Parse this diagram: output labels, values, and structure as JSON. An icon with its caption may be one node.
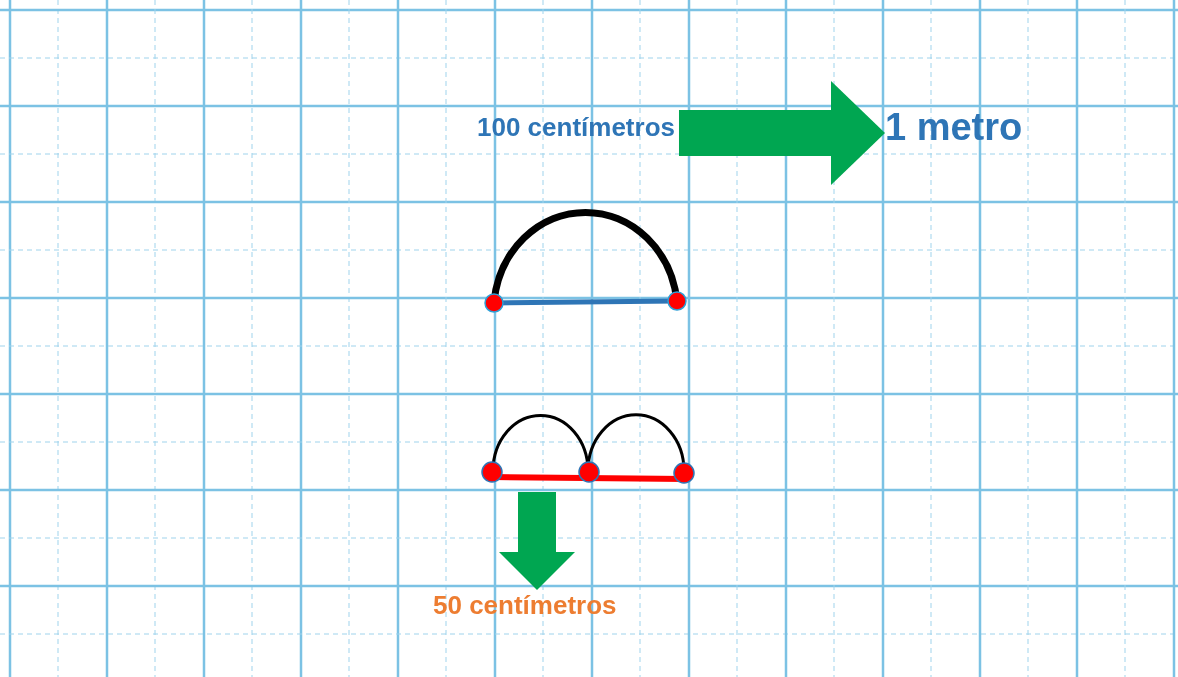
{
  "diagram": {
    "nodes": [
      {
        "text": [
          "100 centímetros"
        ]
      },
      {
        "text": [
          "1 metro"
        ]
      },
      {
        "text": [
          "50 centímetros"
        ]
      }
    ],
    "edges": [
      {
        "from": 0,
        "to": 1,
        "arrow": "to"
      },
      {
        "from": null,
        "to": 2,
        "arrow": "to"
      }
    ]
  }
}
